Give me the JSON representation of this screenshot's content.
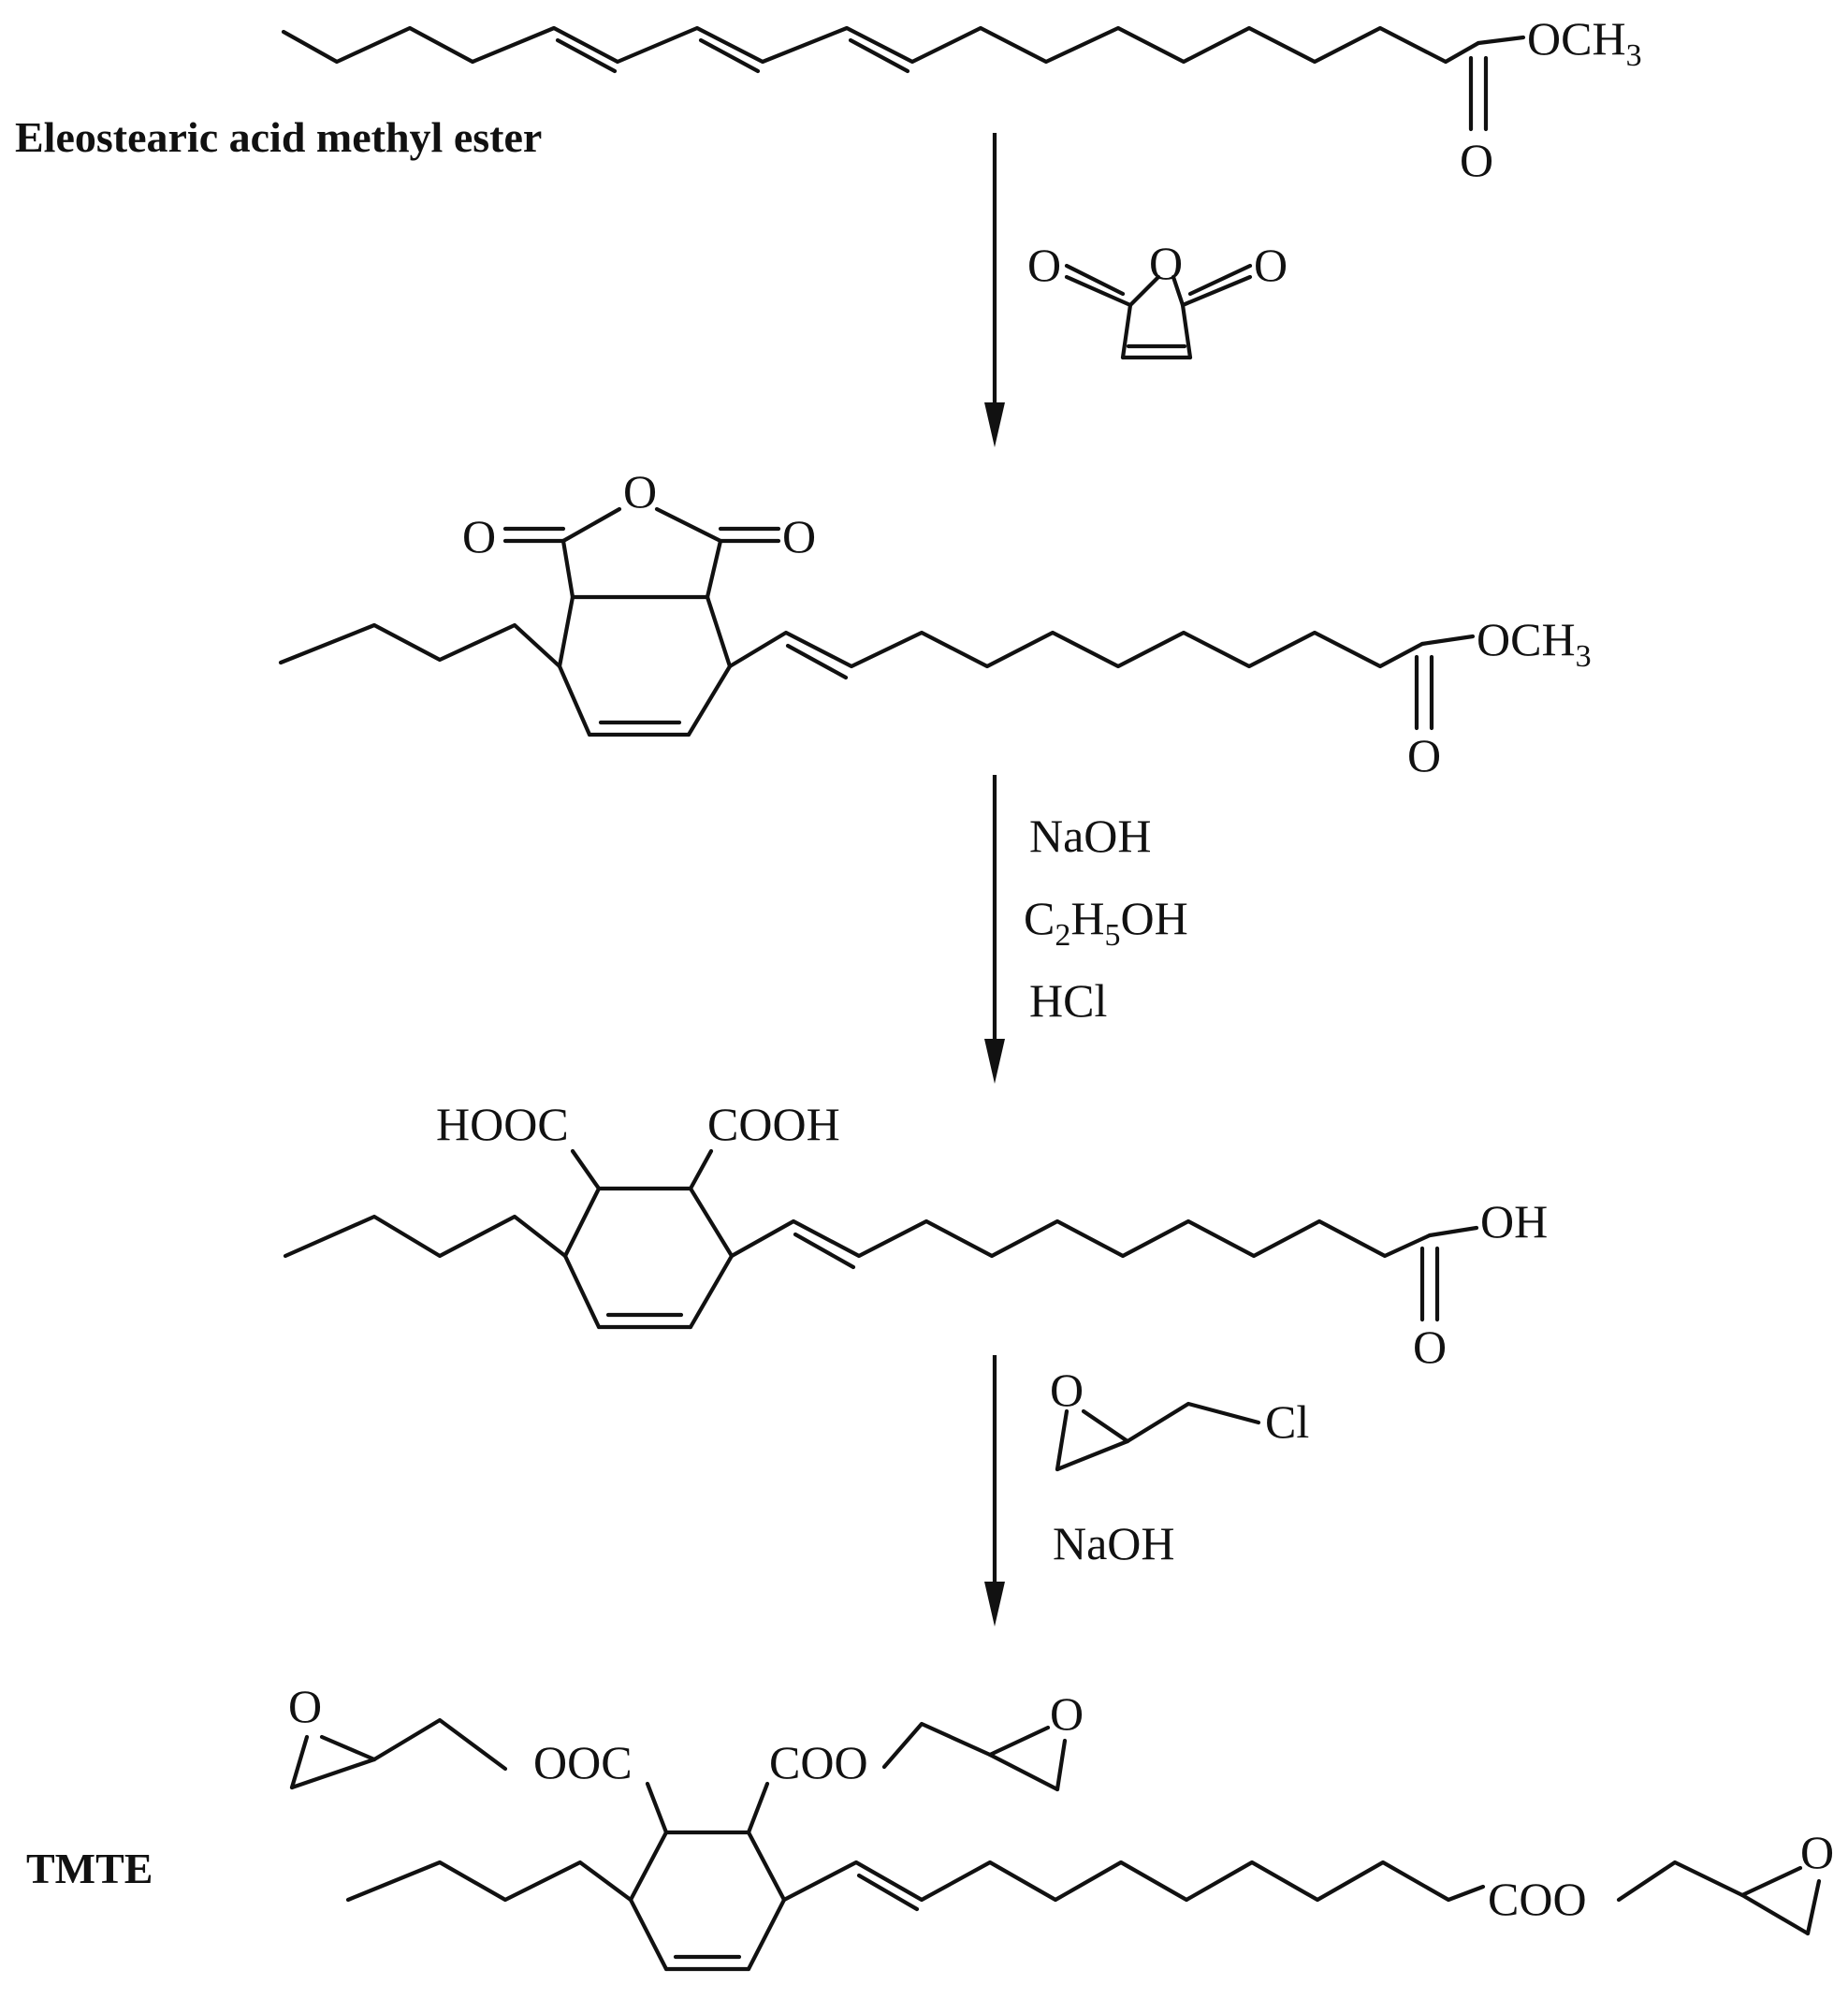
{
  "labels": {
    "start": "Eleostearic acid methyl ester",
    "product": "TMTE"
  },
  "atoms": {
    "och3": "OCH",
    "och3_sub": "3",
    "o": "O",
    "cl": "Cl",
    "oh": "OH",
    "hooc": "HOOC",
    "cooh": "COOH",
    "ooc": "OOC",
    "coo": "COO"
  },
  "reagents": {
    "step2_line1": "NaOH",
    "step2_line2_a": "C",
    "step2_line2_sub1": "2",
    "step2_line2_b": "H",
    "step2_line2_sub2": "5",
    "step2_line2_c": "OH",
    "step2_line3": "HCl",
    "step3_line": "NaOH"
  }
}
